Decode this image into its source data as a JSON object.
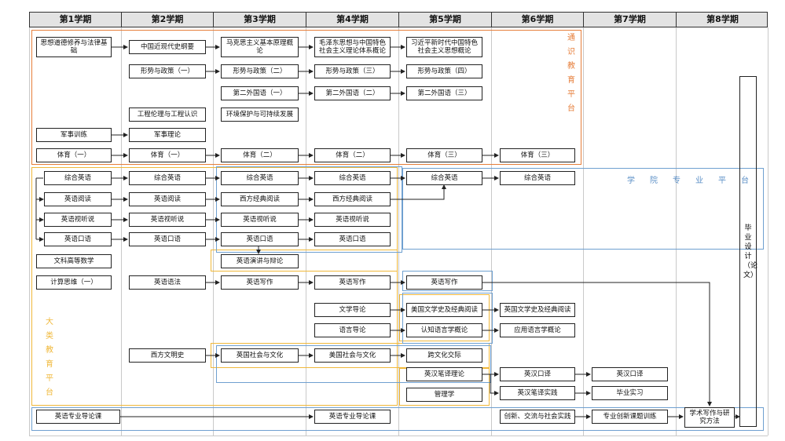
{
  "header": [
    "第1学期",
    "第2学期",
    "第3学期",
    "第4学期",
    "第5学期",
    "第6学期",
    "第7学期",
    "第8学期"
  ],
  "labels": {
    "tongshi": "通识教育平台",
    "dalei": "大类教育平台",
    "xueyuan": "学院专业平台",
    "thesis": "毕业设计（论文）"
  },
  "colors": {
    "orange": "#e67e3a",
    "yellow": "#f0b83a",
    "blue": "#6fa0d0"
  },
  "nodes": {
    "n1": "思想道德修养与法律基础",
    "n2": "中国近现代史纲要",
    "n3": "马克思主义基本原理概论",
    "n4": "毛泽东思想与中国特色社会主义理论体系概论",
    "n5": "习近平新时代中国特色社会主义思想概论",
    "n6": "形势与政策（一）",
    "n7": "形势与政策（二）",
    "n8": "形势与政策（三）",
    "n9": "形势与政策（四）",
    "n10": "第二外国语（一）",
    "n11": "第二外国语（二）",
    "n12": "第二外国语（三）",
    "n13": "工程伦理与工程认识",
    "n14": "环境保护与可持续发展",
    "n15": "军事训练",
    "n16": "军事理论",
    "n17": "体育（一）",
    "n18": "体育（一）",
    "n19": "体育（二）",
    "n20": "体育（二）",
    "n21": "体育（三）",
    "n22": "体育（三）",
    "e1": "综合英语",
    "e2": "综合英语",
    "e3": "综合英语",
    "e4": "综合英语",
    "e5": "综合英语",
    "e6": "综合英语",
    "r1": "英语阅读",
    "r2": "英语阅读",
    "r3": "西方经典阅读",
    "r4": "西方经典阅读",
    "l1": "英语视听说",
    "l2": "英语视听说",
    "l3": "英语视听说",
    "l4": "英语视听说",
    "s1": "英语口语",
    "s2": "英语口语",
    "s3": "英语口语",
    "s4": "英语口语",
    "m1": "文科高等数学",
    "debate": "英语演讲与辩论",
    "c1": "计算思维（一）",
    "g1": "英语语法",
    "w1": "英语写作",
    "w2": "英语写作",
    "w3": "英语写作",
    "lit": "文学导论",
    "lit2": "美国文学史及经典阅读",
    "lit3": "英国文学史及经典阅读",
    "lang": "语言导论",
    "lang2": "认知语言学概论",
    "lang3": "应用语言学概论",
    "civ": "西方文明史",
    "soc1": "英国社会与文化",
    "soc2": "美国社会与文化",
    "cross": "跨文化交际",
    "tr": "英汉笔译理论",
    "tr2": "英汉口译",
    "tr3": "英汉口译",
    "tr4": "英汉笔译实践",
    "intern": "毕业实习",
    "mgmt": "管理学",
    "intro1": "英语专业导论课",
    "intro2": "英语专业导论课",
    "innov": "创新、交流与社会实践",
    "innov2": "专业创新课题训练",
    "acad": "学术写作与研究方法"
  }
}
